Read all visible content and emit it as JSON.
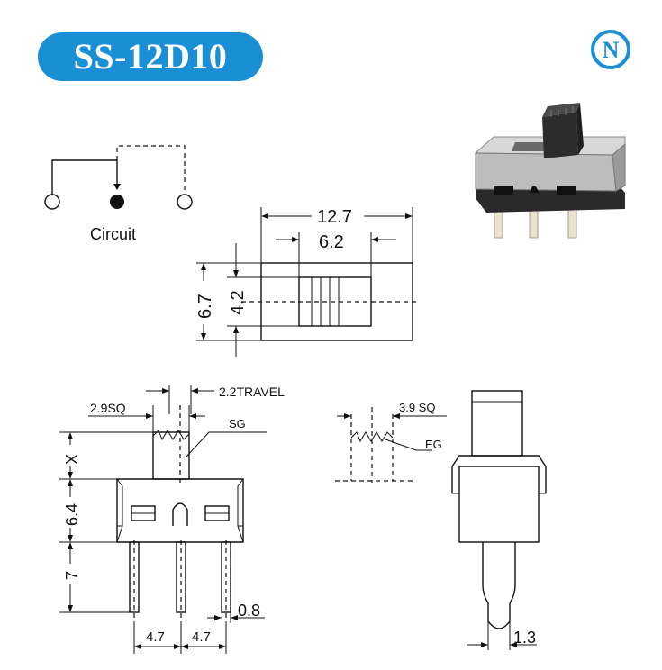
{
  "title": "SS-12D10",
  "logo": {
    "letter": "N",
    "color": "#1a8fd6"
  },
  "colors": {
    "accent": "#1a8fd6"
  },
  "circuit": {
    "label": "Circuit"
  },
  "top_view": {
    "width_overall": "12.7",
    "width_slot": "6.2",
    "height_overall": "6.7",
    "height_slot": "4.2"
  },
  "front_view": {
    "travel": "2.2TRAVEL",
    "actuator_sq": "2.9SQ",
    "actuator_finish": "SG",
    "height_x": "X",
    "body_height": "6.4",
    "pin_length": "7",
    "pin_width": "0.8",
    "pitch_left": "4.7",
    "pitch_right": "4.7"
  },
  "side_view": {
    "actuator_sq": "3.9 SQ",
    "actuator_finish": "EG",
    "pin_width": "1.3"
  }
}
